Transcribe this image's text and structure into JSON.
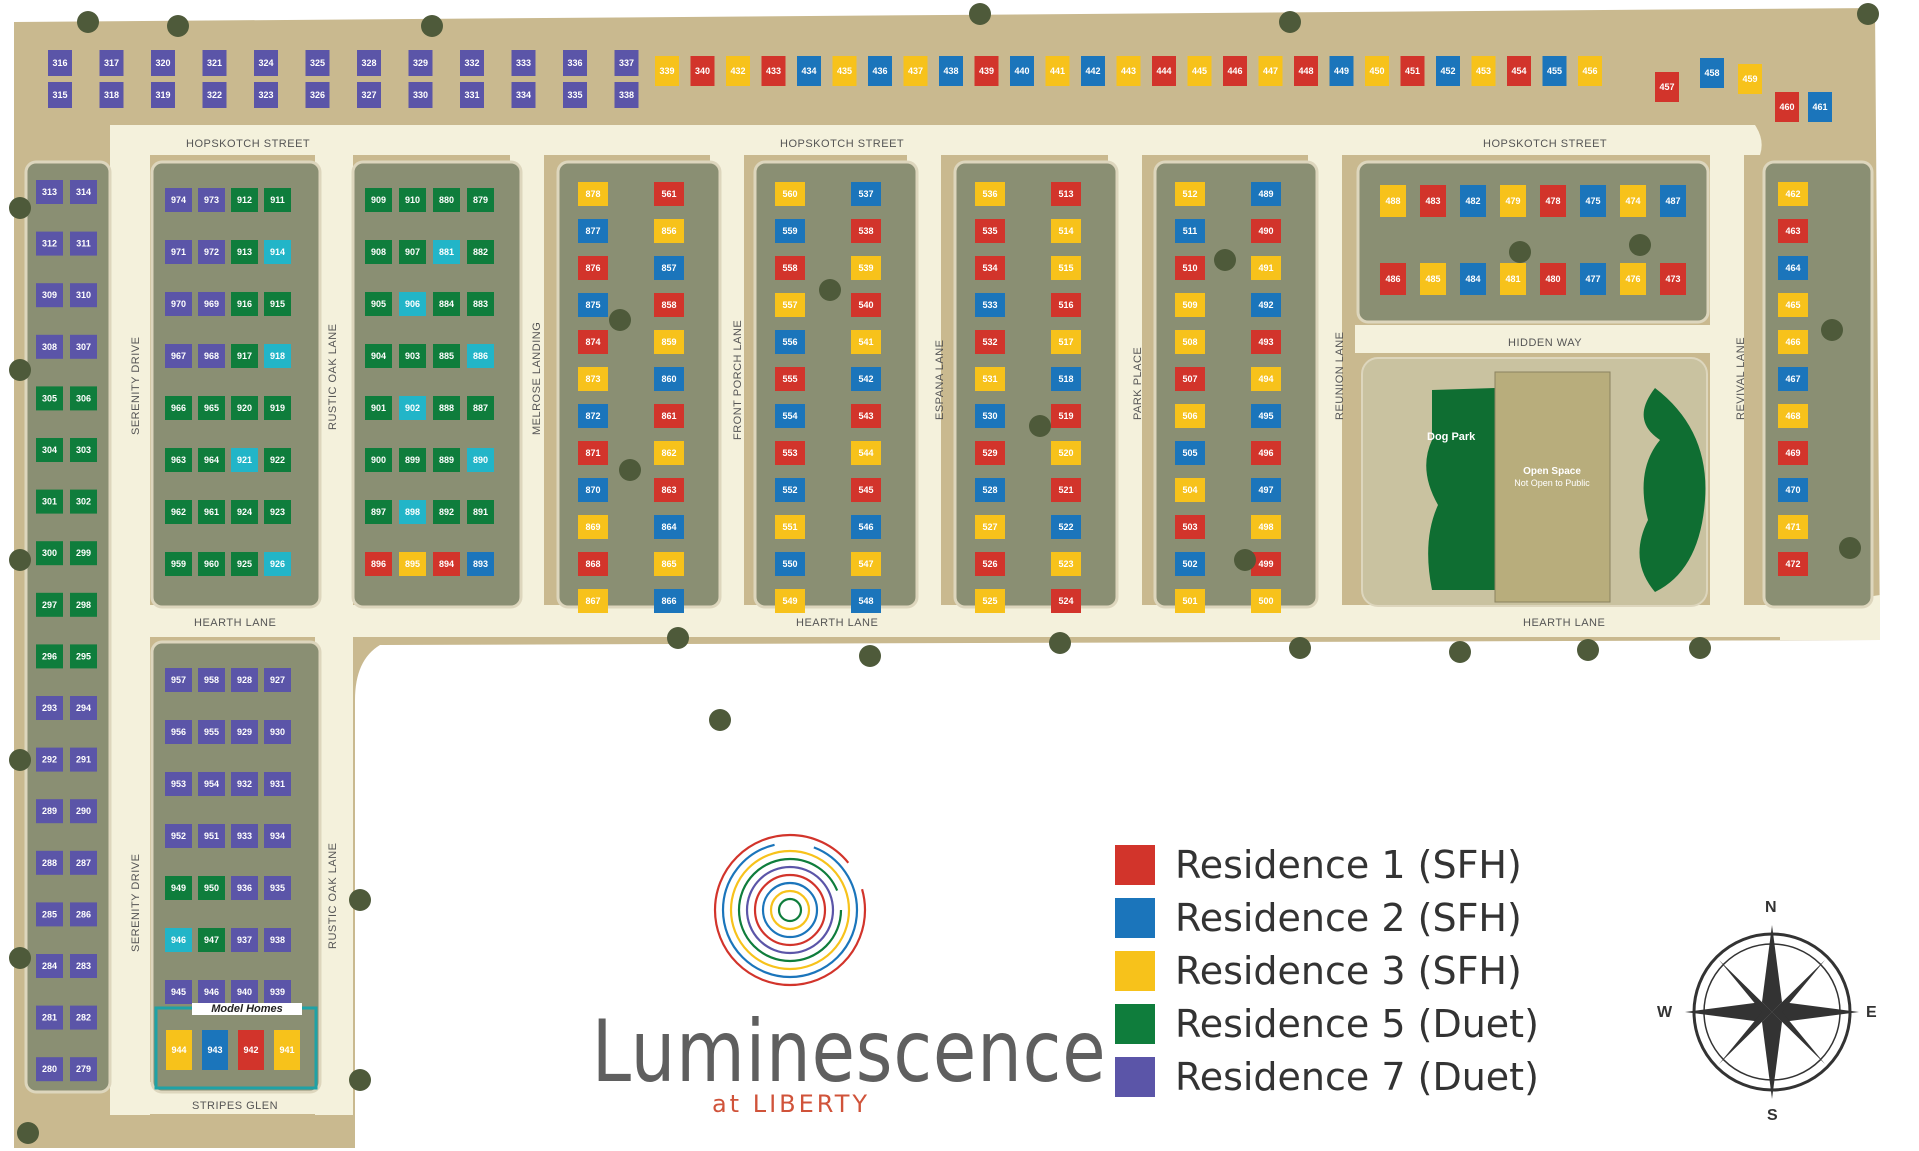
{
  "legend": [
    {
      "label": "Residence 1 (SFH)",
      "color": "#d2342b"
    },
    {
      "label": "Residence 2 (SFH)",
      "color": "#1b75bb"
    },
    {
      "label": "Residence 3 (SFH)",
      "color": "#f7c21b"
    },
    {
      "label": "Residence 5  (Duet)",
      "color": "#0f7d3c"
    },
    {
      "label": "Residence 7 (Duet)",
      "color": "#5b55a8"
    }
  ],
  "colors": {
    "r1": "#d2342b",
    "r2": "#1b75bb",
    "r3": "#f7c21b",
    "r5": "#0f7d3c",
    "r7": "#5b55a8",
    "cyan": "#22b5c8",
    "ground": "#c9b98f",
    "block": "#8a8f73",
    "road": "#f4f1dc",
    "green": "#0f6e32"
  },
  "logo": {
    "title": "Luminescence",
    "subtitle": "at LIBERTY"
  },
  "streets": {
    "hopskotch": "HOPSKOTCH STREET",
    "hearth": "HEARTH LANE",
    "hidden_way": "HIDDEN WAY",
    "stripes_glen": "STRIPES GLEN",
    "serenity": "SERENITY DRIVE",
    "rustic_oak": "RUSTIC OAK LANE",
    "melrose": "MELROSE LANDING",
    "front_porch": "FRONT PORCH LANE",
    "espana": "ESPANA LANE",
    "park_place": "PARK PLACE",
    "reunion": "REUNION LANE",
    "revival": "REVIVAL LANE"
  },
  "labels": {
    "dog_park": "Dog Park",
    "open_space": "Open Space",
    "open_space_note": "Not Open to Public",
    "model_homes": "Model Homes"
  },
  "compass": {
    "n": "N",
    "s": "S",
    "e": "E",
    "w": "W"
  },
  "lots": {
    "top_row": [
      [
        "316",
        "r7"
      ],
      [
        "315",
        "r7"
      ],
      [
        "317",
        "r7"
      ],
      [
        "318",
        "r7"
      ],
      [
        "320",
        "r7"
      ],
      [
        "319",
        "r7"
      ],
      [
        "321",
        "r7"
      ],
      [
        "322",
        "r7"
      ],
      [
        "324",
        "r7"
      ],
      [
        "323",
        "r7"
      ],
      [
        "325",
        "r7"
      ],
      [
        "326",
        "r7"
      ],
      [
        "328",
        "r7"
      ],
      [
        "327",
        "r7"
      ],
      [
        "329",
        "r7"
      ],
      [
        "330",
        "r7"
      ],
      [
        "332",
        "r7"
      ],
      [
        "331",
        "r7"
      ],
      [
        "333",
        "r7"
      ],
      [
        "334",
        "r7"
      ],
      [
        "336",
        "r7"
      ],
      [
        "335",
        "r7"
      ],
      [
        "337",
        "r7"
      ],
      [
        "338",
        "r7"
      ]
    ],
    "top_sfh": [
      [
        "339",
        "r3"
      ],
      [
        "340",
        "r1"
      ],
      [
        "432",
        "r3"
      ],
      [
        "433",
        "r1"
      ],
      [
        "434",
        "r2"
      ],
      [
        "435",
        "r3"
      ],
      [
        "436",
        "r2"
      ],
      [
        "437",
        "r3"
      ],
      [
        "438",
        "r2"
      ],
      [
        "439",
        "r1"
      ],
      [
        "440",
        "r2"
      ],
      [
        "441",
        "r3"
      ],
      [
        "442",
        "r2"
      ],
      [
        "443",
        "r3"
      ],
      [
        "444",
        "r1"
      ],
      [
        "445",
        "r3"
      ],
      [
        "446",
        "r1"
      ],
      [
        "447",
        "r3"
      ],
      [
        "448",
        "r1"
      ],
      [
        "449",
        "r2"
      ],
      [
        "450",
        "r3"
      ],
      [
        "451",
        "r1"
      ],
      [
        "452",
        "r2"
      ],
      [
        "453",
        "r3"
      ],
      [
        "454",
        "r1"
      ],
      [
        "455",
        "r2"
      ],
      [
        "456",
        "r3"
      ],
      [
        "457",
        "r1"
      ],
      [
        "458",
        "r2"
      ],
      [
        "459",
        "r3"
      ],
      [
        "460",
        "r1"
      ],
      [
        "461",
        "r2"
      ]
    ],
    "left_col": [
      [
        "313",
        "r7"
      ],
      [
        "314",
        "r7"
      ],
      [
        "312",
        "r7"
      ],
      [
        "311",
        "r7"
      ],
      [
        "309",
        "r7"
      ],
      [
        "310",
        "r7"
      ],
      [
        "308",
        "r7"
      ],
      [
        "307",
        "r7"
      ],
      [
        "305",
        "r5"
      ],
      [
        "306",
        "r5"
      ],
      [
        "304",
        "r5"
      ],
      [
        "303",
        "r5"
      ],
      [
        "301",
        "r5"
      ],
      [
        "302",
        "r5"
      ],
      [
        "300",
        "r5"
      ],
      [
        "299",
        "r5"
      ],
      [
        "297",
        "r5"
      ],
      [
        "298",
        "r5"
      ],
      [
        "296",
        "r5"
      ],
      [
        "295",
        "r5"
      ],
      [
        "293",
        "r7"
      ],
      [
        "294",
        "r7"
      ],
      [
        "292",
        "r7"
      ],
      [
        "291",
        "r7"
      ],
      [
        "289",
        "r7"
      ],
      [
        "290",
        "r7"
      ],
      [
        "288",
        "r7"
      ],
      [
        "287",
        "r7"
      ],
      [
        "285",
        "r7"
      ],
      [
        "286",
        "r7"
      ],
      [
        "284",
        "r7"
      ],
      [
        "283",
        "r7"
      ],
      [
        "281",
        "r7"
      ],
      [
        "282",
        "r7"
      ],
      [
        "280",
        "r7"
      ],
      [
        "279",
        "r7"
      ]
    ],
    "block_a": [
      [
        "974",
        "r7"
      ],
      [
        "973",
        "r7"
      ],
      [
        "912",
        "r5"
      ],
      [
        "911",
        "r5"
      ],
      [
        "971",
        "r7"
      ],
      [
        "972",
        "r7"
      ],
      [
        "913",
        "r5"
      ],
      [
        "914",
        "cyan"
      ],
      [
        "970",
        "r7"
      ],
      [
        "969",
        "r7"
      ],
      [
        "916",
        "r5"
      ],
      [
        "915",
        "r5"
      ],
      [
        "967",
        "r7"
      ],
      [
        "968",
        "r7"
      ],
      [
        "917",
        "r5"
      ],
      [
        "918",
        "cyan"
      ],
      [
        "966",
        "r5"
      ],
      [
        "965",
        "r5"
      ],
      [
        "920",
        "r5"
      ],
      [
        "919",
        "r5"
      ],
      [
        "963",
        "r5"
      ],
      [
        "964",
        "r5"
      ],
      [
        "921",
        "cyan"
      ],
      [
        "922",
        "r5"
      ],
      [
        "962",
        "r5"
      ],
      [
        "961",
        "r5"
      ],
      [
        "924",
        "r5"
      ],
      [
        "923",
        "r5"
      ],
      [
        "959",
        "r5"
      ],
      [
        "960",
        "r5"
      ],
      [
        "925",
        "r5"
      ],
      [
        "926",
        "cyan"
      ]
    ],
    "block_b": [
      [
        "909",
        "r5"
      ],
      [
        "910",
        "r5"
      ],
      [
        "880",
        "r5"
      ],
      [
        "879",
        "r5"
      ],
      [
        "908",
        "r5"
      ],
      [
        "907",
        "r5"
      ],
      [
        "881",
        "cyan"
      ],
      [
        "882",
        "r5"
      ],
      [
        "905",
        "r5"
      ],
      [
        "906",
        "cyan"
      ],
      [
        "884",
        "r5"
      ],
      [
        "883",
        "r5"
      ],
      [
        "904",
        "r5"
      ],
      [
        "903",
        "r5"
      ],
      [
        "885",
        "r5"
      ],
      [
        "886",
        "cyan"
      ],
      [
        "901",
        "r5"
      ],
      [
        "902",
        "cyan"
      ],
      [
        "888",
        "r5"
      ],
      [
        "887",
        "r5"
      ],
      [
        "900",
        "r5"
      ],
      [
        "899",
        "r5"
      ],
      [
        "889",
        "r5"
      ],
      [
        "890",
        "cyan"
      ],
      [
        "897",
        "r5"
      ],
      [
        "898",
        "cyan"
      ],
      [
        "892",
        "r5"
      ],
      [
        "891",
        "r5"
      ],
      [
        "896",
        "r1"
      ],
      [
        "895",
        "r3"
      ],
      [
        "894",
        "r1"
      ],
      [
        "893",
        "r2"
      ]
    ],
    "block_c": [
      [
        "878",
        "r3"
      ],
      [
        "561",
        "r1"
      ],
      [
        "877",
        "r2"
      ],
      [
        "856",
        "r3"
      ],
      [
        "876",
        "r1"
      ],
      [
        "857",
        "r2"
      ],
      [
        "875",
        "r2"
      ],
      [
        "858",
        "r1"
      ],
      [
        "874",
        "r1"
      ],
      [
        "859",
        "r3"
      ],
      [
        "873",
        "r3"
      ],
      [
        "860",
        "r2"
      ],
      [
        "872",
        "r2"
      ],
      [
        "861",
        "r1"
      ],
      [
        "871",
        "r1"
      ],
      [
        "862",
        "r3"
      ],
      [
        "870",
        "r2"
      ],
      [
        "863",
        "r1"
      ],
      [
        "869",
        "r3"
      ],
      [
        "864",
        "r2"
      ],
      [
        "868",
        "r1"
      ],
      [
        "865",
        "r3"
      ],
      [
        "867",
        "r3"
      ],
      [
        "866",
        "r2"
      ]
    ],
    "block_d": [
      [
        "560",
        "r3"
      ],
      [
        "537",
        "r2"
      ],
      [
        "559",
        "r2"
      ],
      [
        "538",
        "r1"
      ],
      [
        "558",
        "r1"
      ],
      [
        "539",
        "r3"
      ],
      [
        "557",
        "r3"
      ],
      [
        "540",
        "r1"
      ],
      [
        "556",
        "r2"
      ],
      [
        "541",
        "r3"
      ],
      [
        "555",
        "r1"
      ],
      [
        "542",
        "r2"
      ],
      [
        "554",
        "r2"
      ],
      [
        "543",
        "r1"
      ],
      [
        "553",
        "r1"
      ],
      [
        "544",
        "r3"
      ],
      [
        "552",
        "r2"
      ],
      [
        "545",
        "r1"
      ],
      [
        "551",
        "r3"
      ],
      [
        "546",
        "r2"
      ],
      [
        "550",
        "r2"
      ],
      [
        "547",
        "r3"
      ],
      [
        "549",
        "r3"
      ],
      [
        "548",
        "r2"
      ]
    ],
    "block_e": [
      [
        "536",
        "r3"
      ],
      [
        "513",
        "r1"
      ],
      [
        "535",
        "r1"
      ],
      [
        "514",
        "r3"
      ],
      [
        "534",
        "r1"
      ],
      [
        "515",
        "r3"
      ],
      [
        "533",
        "r2"
      ],
      [
        "516",
        "r1"
      ],
      [
        "532",
        "r1"
      ],
      [
        "517",
        "r3"
      ],
      [
        "531",
        "r3"
      ],
      [
        "518",
        "r2"
      ],
      [
        "530",
        "r2"
      ],
      [
        "519",
        "r1"
      ],
      [
        "529",
        "r1"
      ],
      [
        "520",
        "r3"
      ],
      [
        "528",
        "r2"
      ],
      [
        "521",
        "r1"
      ],
      [
        "527",
        "r3"
      ],
      [
        "522",
        "r2"
      ],
      [
        "526",
        "r1"
      ],
      [
        "523",
        "r3"
      ],
      [
        "525",
        "r3"
      ],
      [
        "524",
        "r1"
      ]
    ],
    "block_f": [
      [
        "512",
        "r3"
      ],
      [
        "489",
        "r2"
      ],
      [
        "511",
        "r2"
      ],
      [
        "490",
        "r1"
      ],
      [
        "510",
        "r1"
      ],
      [
        "491",
        "r3"
      ],
      [
        "509",
        "r3"
      ],
      [
        "492",
        "r2"
      ],
      [
        "508",
        "r3"
      ],
      [
        "493",
        "r1"
      ],
      [
        "507",
        "r1"
      ],
      [
        "494",
        "r3"
      ],
      [
        "506",
        "r3"
      ],
      [
        "495",
        "r2"
      ],
      [
        "505",
        "r2"
      ],
      [
        "496",
        "r1"
      ],
      [
        "504",
        "r3"
      ],
      [
        "497",
        "r2"
      ],
      [
        "503",
        "r1"
      ],
      [
        "498",
        "r3"
      ],
      [
        "502",
        "r2"
      ],
      [
        "499",
        "r1"
      ],
      [
        "501",
        "r3"
      ],
      [
        "500",
        "r3"
      ]
    ],
    "block_g": [
      [
        "488",
        "r3"
      ],
      [
        "483",
        "r1"
      ],
      [
        "482",
        "r2"
      ],
      [
        "479",
        "r3"
      ],
      [
        "478",
        "r1"
      ],
      [
        "475",
        "r2"
      ],
      [
        "474",
        "r3"
      ],
      [
        "487",
        "r2"
      ],
      [
        "486",
        "r1"
      ],
      [
        "485",
        "r3"
      ],
      [
        "484",
        "r2"
      ],
      [
        "481",
        "r3"
      ],
      [
        "480",
        "r1"
      ],
      [
        "477",
        "r2"
      ],
      [
        "476",
        "r3"
      ],
      [
        "473",
        "r1"
      ]
    ],
    "right_col": [
      [
        "462",
        "r3"
      ],
      [
        "463",
        "r1"
      ],
      [
        "464",
        "r2"
      ],
      [
        "465",
        "r3"
      ],
      [
        "466",
        "r3"
      ],
      [
        "467",
        "r2"
      ],
      [
        "468",
        "r3"
      ],
      [
        "469",
        "r1"
      ],
      [
        "470",
        "r2"
      ],
      [
        "471",
        "r3"
      ],
      [
        "472",
        "r1"
      ]
    ],
    "block_h": [
      [
        "957",
        "r7"
      ],
      [
        "958",
        "r7"
      ],
      [
        "928",
        "r7"
      ],
      [
        "927",
        "r7"
      ],
      [
        "956",
        "r7"
      ],
      [
        "955",
        "r7"
      ],
      [
        "929",
        "r7"
      ],
      [
        "930",
        "r7"
      ],
      [
        "953",
        "r7"
      ],
      [
        "954",
        "r7"
      ],
      [
        "932",
        "r7"
      ],
      [
        "931",
        "r7"
      ],
      [
        "952",
        "r7"
      ],
      [
        "951",
        "r7"
      ],
      [
        "933",
        "r7"
      ],
      [
        "934",
        "r7"
      ],
      [
        "949",
        "r5"
      ],
      [
        "950",
        "r5"
      ],
      [
        "936",
        "r7"
      ],
      [
        "935",
        "r7"
      ],
      [
        "946",
        "cyan"
      ],
      [
        "947",
        "r5"
      ],
      [
        "937",
        "r7"
      ],
      [
        "938",
        "r7"
      ],
      [
        "945",
        "r7"
      ],
      [
        "946",
        "r7"
      ],
      [
        "940",
        "r7"
      ],
      [
        "939",
        "r7"
      ]
    ],
    "model": [
      [
        "944",
        "r3"
      ],
      [
        "943",
        "r2"
      ],
      [
        "942",
        "r1"
      ],
      [
        "941",
        "r3"
      ]
    ]
  }
}
